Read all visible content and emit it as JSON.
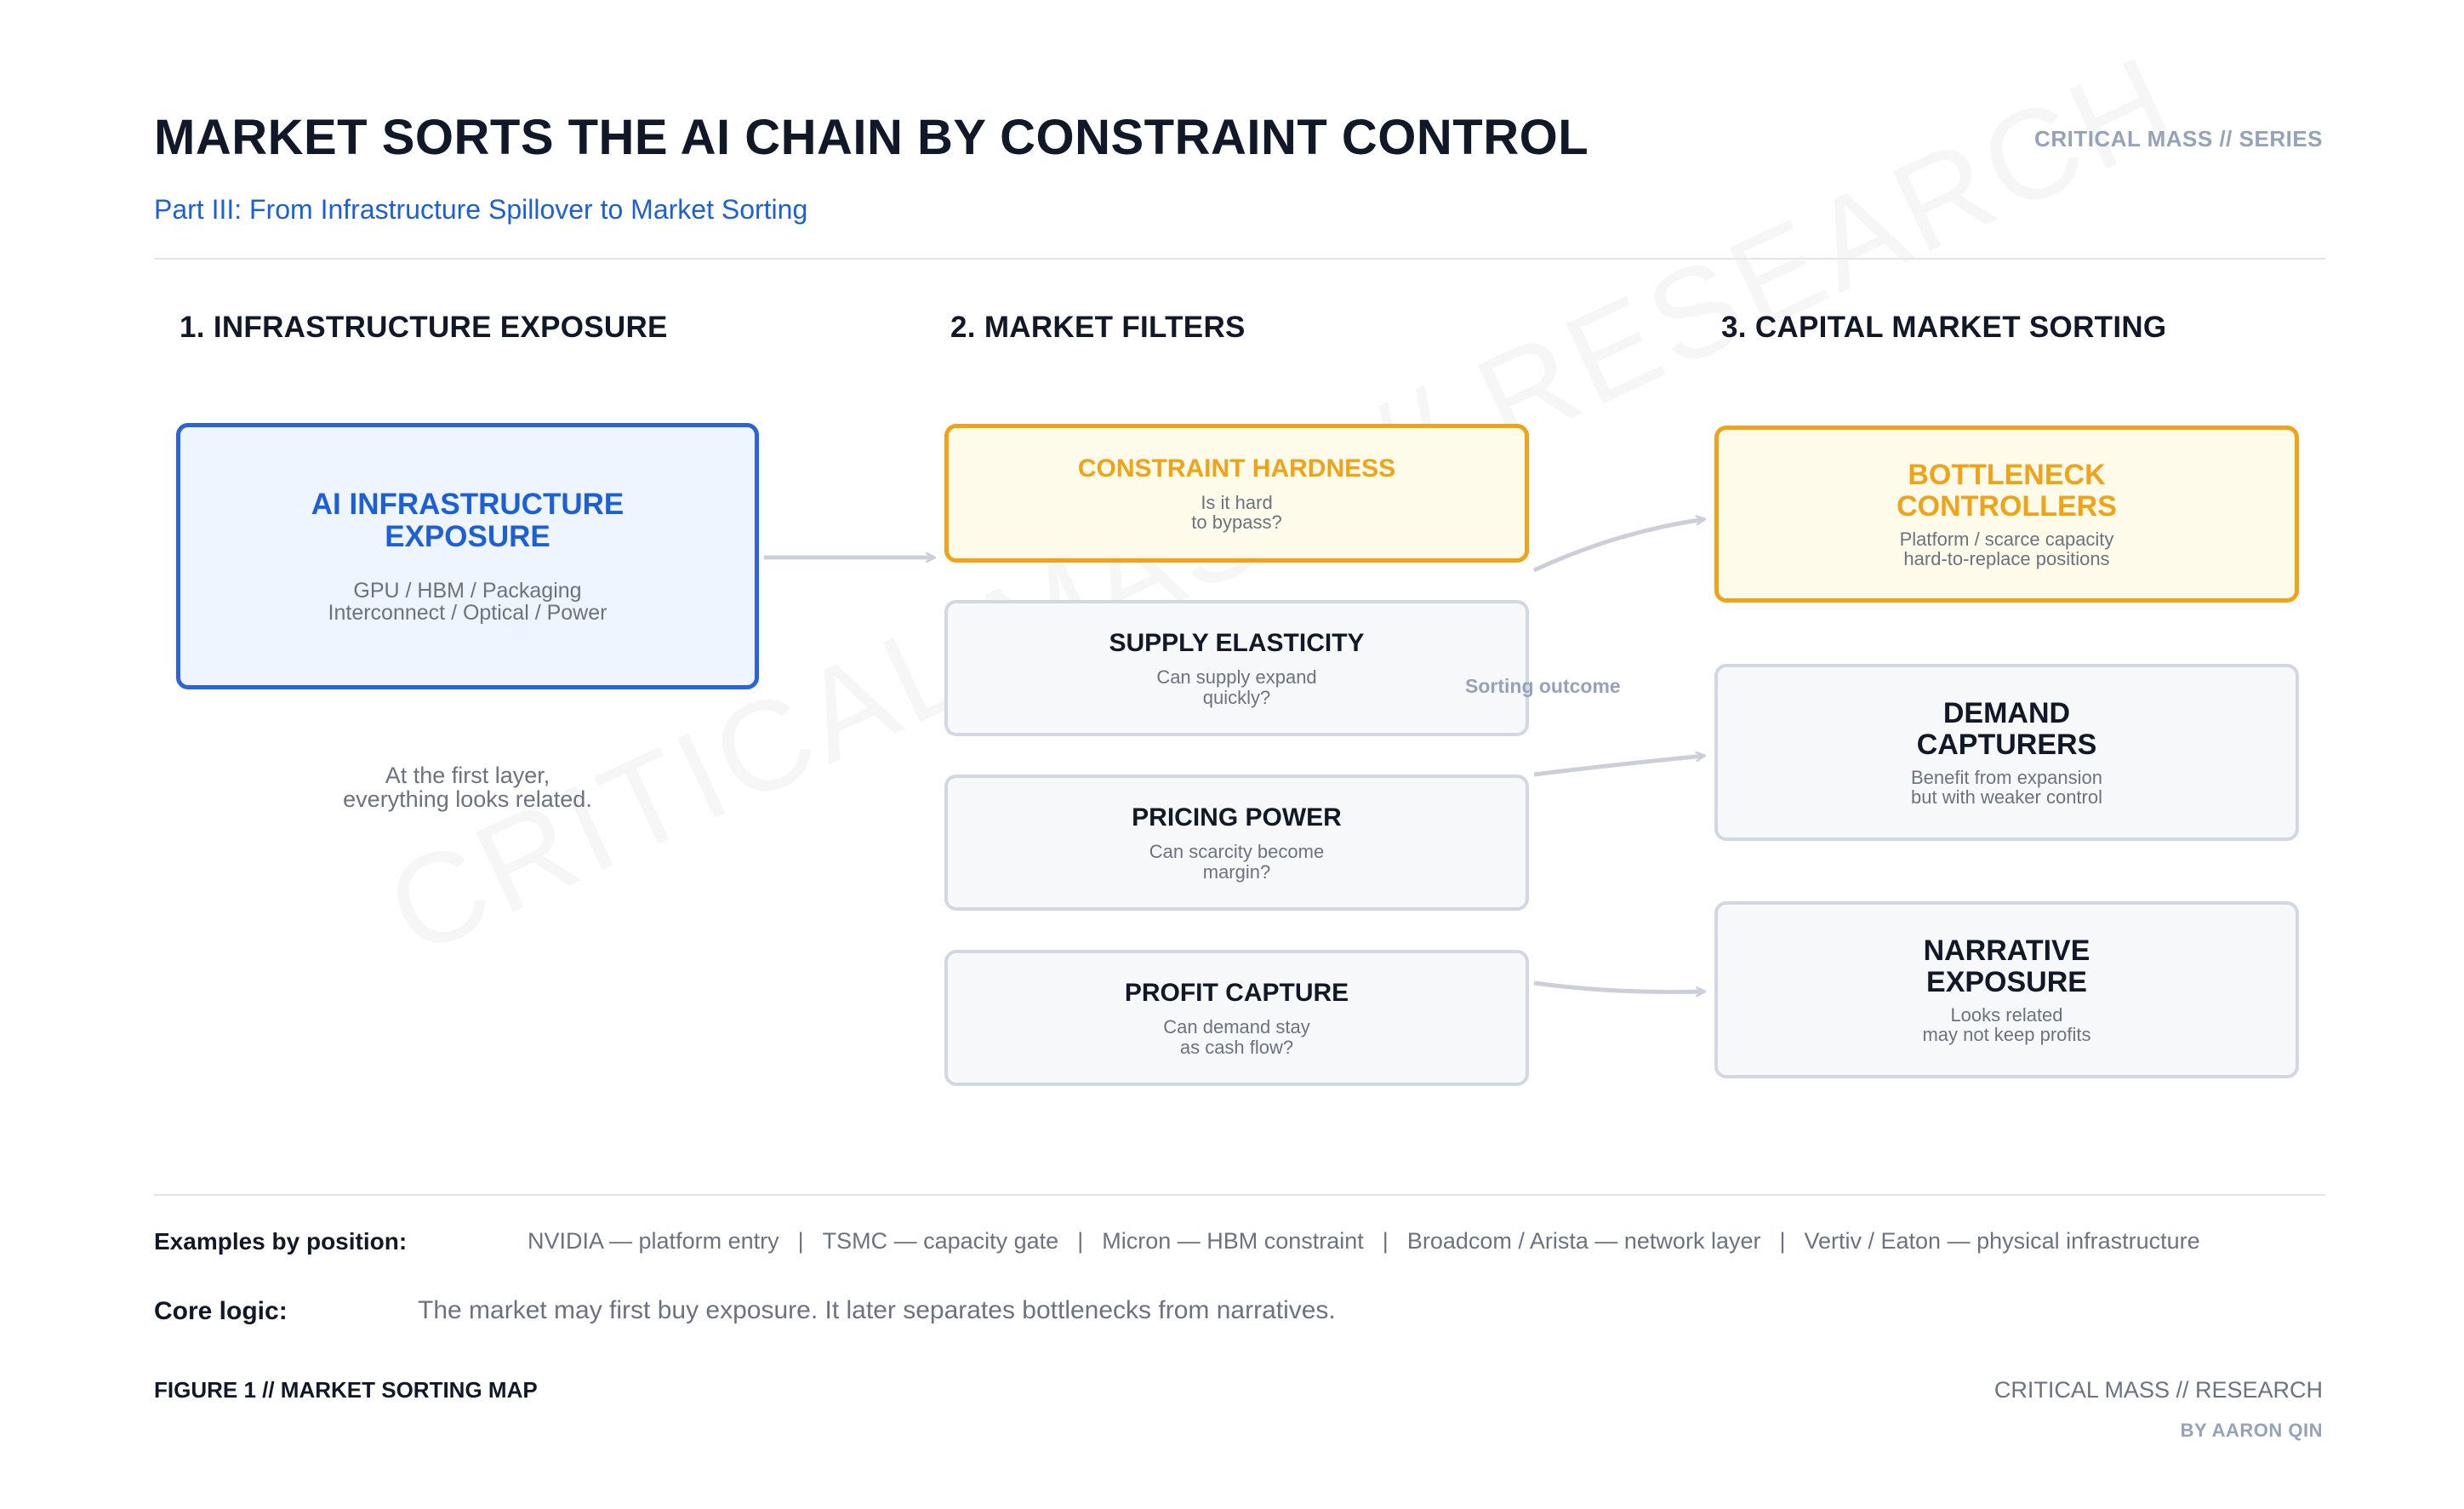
{
  "header": {
    "title": "MARKET SORTS THE AI CHAIN BY CONSTRAINT CONTROL",
    "series_tag": "CRITICAL MASS // SERIES",
    "subtitle": "Part III: From Infrastructure Spillover to Market Sorting"
  },
  "sections": [
    {
      "heading": "1. INFRASTRUCTURE EXPOSURE"
    },
    {
      "heading": "2. MARKET FILTERS"
    },
    {
      "heading": "3. CAPITAL MARKET SORTING"
    }
  ],
  "exposure": {
    "title": "AI INFRASTRUCTURE\nEXPOSURE",
    "subtitle": "GPU / HBM / Packaging\nInterconnect / Optical / Power",
    "note": "At the first layer,\neverything looks related."
  },
  "filters": [
    {
      "title": "CONSTRAINT HARDNESS",
      "subtitle": "Is it hard\nto bypass?",
      "style": "highlight"
    },
    {
      "title": "SUPPLY ELASTICITY",
      "subtitle": "Can supply expand\nquickly?",
      "style": "neutral"
    },
    {
      "title": "PRICING POWER",
      "subtitle": "Can scarcity become\nmargin?",
      "style": "neutral"
    },
    {
      "title": "PROFIT CAPTURE",
      "subtitle": "Can demand stay\nas cash flow?",
      "style": "neutral"
    }
  ],
  "outcomes": [
    {
      "title": "BOTTLENECK\nCONTROLLERS",
      "subtitle": "Platform / scarce capacity\nhard-to-replace positions",
      "style": "highlight"
    },
    {
      "title": "DEMAND\nCAPTURERS",
      "subtitle": "Benefit from expansion\nbut with weaker control",
      "style": "neutral"
    },
    {
      "title": "NARRATIVE\nEXPOSURE",
      "subtitle": "Looks related\nmay not keep profits",
      "style": "neutral"
    }
  ],
  "connector_label": "Sorting outcome",
  "watermark": "CRITICAL MASS // RESEARCH",
  "examples": {
    "label": "Examples by position:",
    "items": [
      "NVIDIA — platform entry",
      "TSMC — capacity gate",
      "Micron — HBM constraint",
      "Broadcom / Arista — network layer",
      "Vertiv / Eaton — physical infrastructure"
    ],
    "separator": "|"
  },
  "core_logic": {
    "label": "Core logic:",
    "text": "The market may first buy exposure. It later separates bottlenecks from narratives."
  },
  "footer": {
    "figure_label": "FIGURE 1 // MARKET SORTING MAP",
    "credit": "CRITICAL MASS // RESEARCH",
    "author": "BY AARON QIN"
  },
  "colors": {
    "accent_blue": "#2b63d9",
    "accent_orange": "#f0a318",
    "neutral_border": "#d2d8e1",
    "text_dark": "#111827",
    "text_muted": "#6b7280",
    "connector": "#cbd0d8"
  }
}
